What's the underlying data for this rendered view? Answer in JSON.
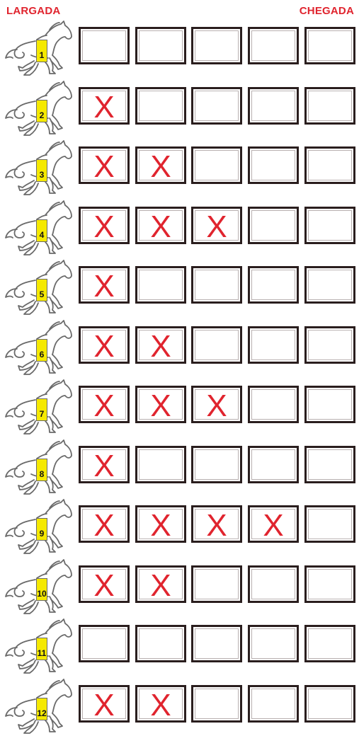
{
  "header": {
    "start_label": "LARGADA",
    "finish_label": "CHEGADA"
  },
  "mark_symbol": "X",
  "colors": {
    "accent": "#e0242e",
    "badge": "#f5e900",
    "box_border": "#2a1e1e"
  },
  "icon": "horse-icon",
  "rows": [
    {
      "number": "1",
      "marks": 0
    },
    {
      "number": "2",
      "marks": 1
    },
    {
      "number": "3",
      "marks": 2
    },
    {
      "number": "4",
      "marks": 3
    },
    {
      "number": "5",
      "marks": 1
    },
    {
      "number": "6",
      "marks": 2
    },
    {
      "number": "7",
      "marks": 3
    },
    {
      "number": "8",
      "marks": 1
    },
    {
      "number": "9",
      "marks": 4
    },
    {
      "number": "10",
      "marks": 2
    },
    {
      "number": "11",
      "marks": 0
    },
    {
      "number": "12",
      "marks": 2
    }
  ]
}
